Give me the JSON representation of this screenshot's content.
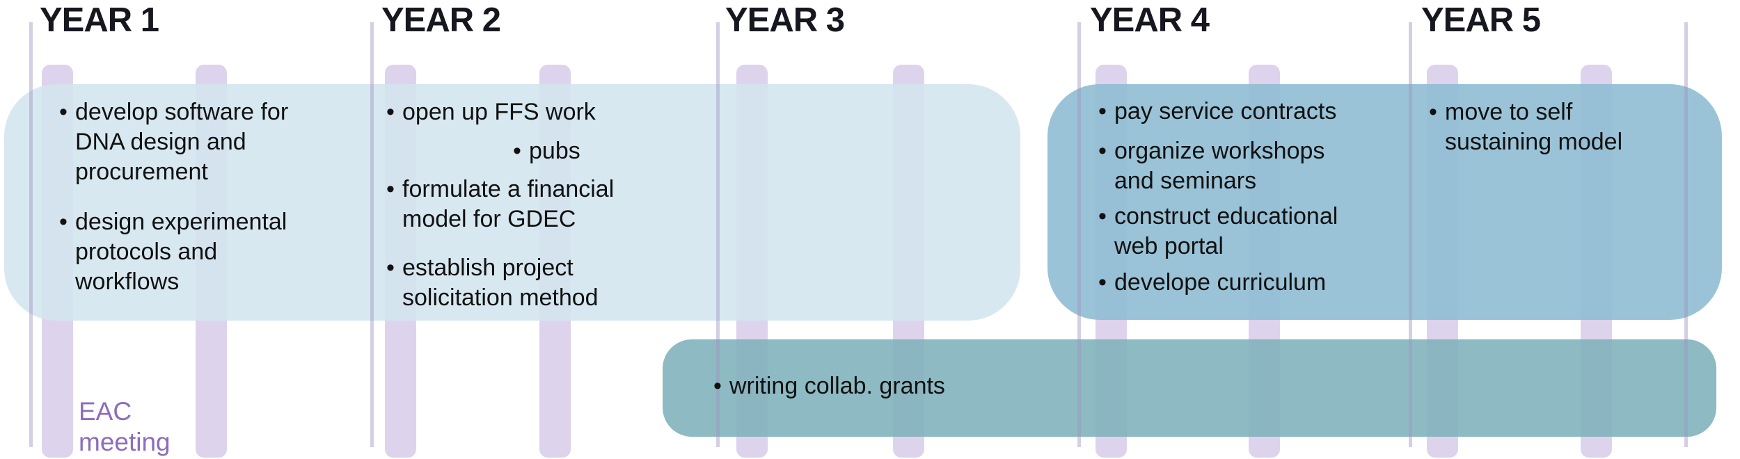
{
  "years": [
    {
      "label": "YEAR 1",
      "items": [
        {
          "lines": [
            "develop software for",
            "DNA design and",
            "procurement"
          ]
        },
        {
          "lines": [
            "design experimental",
            "protocols and",
            "workflows"
          ]
        }
      ]
    },
    {
      "label": "YEAR 2",
      "items": [
        {
          "lines": [
            "open up FFS work"
          ]
        },
        {
          "lines": [
            "pubs"
          ]
        },
        {
          "lines": [
            "formulate a financial",
            "model for GDEC"
          ]
        },
        {
          "lines": [
            "establish project",
            "solicitation method"
          ]
        }
      ]
    },
    {
      "label": "YEAR 3",
      "items": []
    },
    {
      "label": "YEAR 4",
      "items": [
        {
          "lines": [
            "pay service contracts"
          ]
        },
        {
          "lines": [
            "organize workshops",
            "and seminars"
          ]
        },
        {
          "lines": [
            "construct educational",
            "web portal"
          ]
        },
        {
          "lines": [
            "develope curriculum"
          ]
        }
      ]
    },
    {
      "label": "YEAR 5",
      "items": [
        {
          "lines": [
            "move to self",
            "sustaining model"
          ]
        }
      ]
    }
  ],
  "bottom_bar": {
    "item": "writing collab. grants"
  },
  "eac_label": {
    "line1": "EAC",
    "line2": "meeting"
  },
  "colors": {
    "light_box": "rgba(211,229,238,0.88)",
    "dark_box": "rgba(143,188,211,0.9)",
    "grants_bar": "rgba(130,178,188,0.9)",
    "marker": "#ded3ec",
    "eac_text": "#8e6cbd",
    "header_text": "#17171f",
    "body_text": "#111111"
  }
}
